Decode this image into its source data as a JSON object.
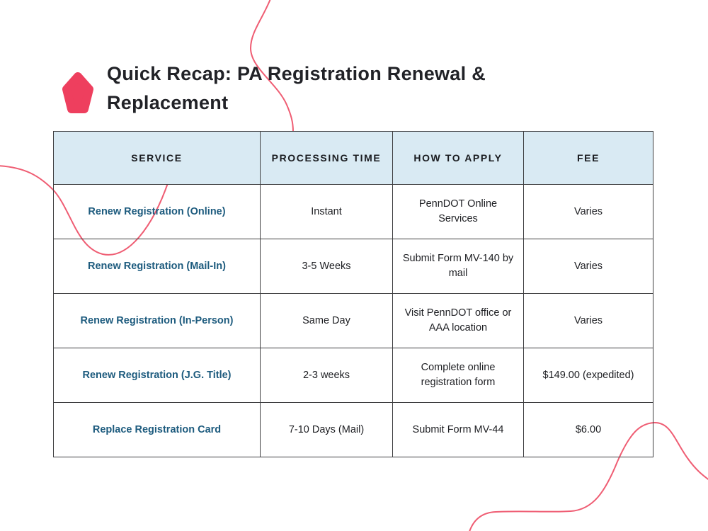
{
  "page": {
    "title": "Quick Recap: PA Registration Renewal & Replacement"
  },
  "icons": {
    "pentagon_badge": "pentagon-icon"
  },
  "colors": {
    "accent_red": "#ee3f5e",
    "squiggle_pink": "#ef5d73",
    "header_bg": "#d9eaf3",
    "service_link_blue": "#1d5b7e",
    "border_gray": "#3e3e40",
    "text_dark": "#212227",
    "background": "#ffffff"
  },
  "table": {
    "headers": [
      "SERVICE",
      "PROCESSING TIME",
      "HOW TO APPLY",
      "FEE"
    ],
    "rows": [
      {
        "service": "Renew Registration (Online)",
        "processing_time": "Instant",
        "how_to_apply": "PennDOT Online Services",
        "fee": "Varies"
      },
      {
        "service": "Renew Registration (Mail-In)",
        "processing_time": "3-5 Weeks",
        "how_to_apply": "Submit Form MV-140 by mail",
        "fee": "Varies"
      },
      {
        "service": "Renew Registration (In-Person)",
        "processing_time": "Same Day",
        "how_to_apply": "Visit PennDOT office or AAA location",
        "fee": "Varies"
      },
      {
        "service": "Renew Registration (J.G. Title)",
        "processing_time": "2-3 weeks",
        "how_to_apply": "Complete online registration form",
        "fee": "$149.00 (expedited)"
      },
      {
        "service": "Replace Registration Card",
        "processing_time": "7-10 Days (Mail)",
        "how_to_apply": "Submit Form MV-44",
        "fee": "$6.00"
      }
    ]
  },
  "chart_data": {
    "type": "table",
    "title": "Quick Recap: PA Registration Renewal & Replacement",
    "columns": [
      "SERVICE",
      "PROCESSING TIME",
      "HOW TO APPLY",
      "FEE"
    ],
    "rows": [
      [
        "Renew Registration (Online)",
        "Instant",
        "PennDOT Online Services",
        "Varies"
      ],
      [
        "Renew Registration (Mail-In)",
        "3-5 Weeks",
        "Submit Form MV-140 by mail",
        "Varies"
      ],
      [
        "Renew Registration (In-Person)",
        "Same Day",
        "Visit PennDOT office or AAA location",
        "Varies"
      ],
      [
        "Renew Registration (J.G. Title)",
        "2-3 weeks",
        "Complete online registration form",
        "$149.00 (expedited)"
      ],
      [
        "Replace Registration Card",
        "7-10 Days (Mail)",
        "Submit Form MV-44",
        "$6.00"
      ]
    ]
  }
}
